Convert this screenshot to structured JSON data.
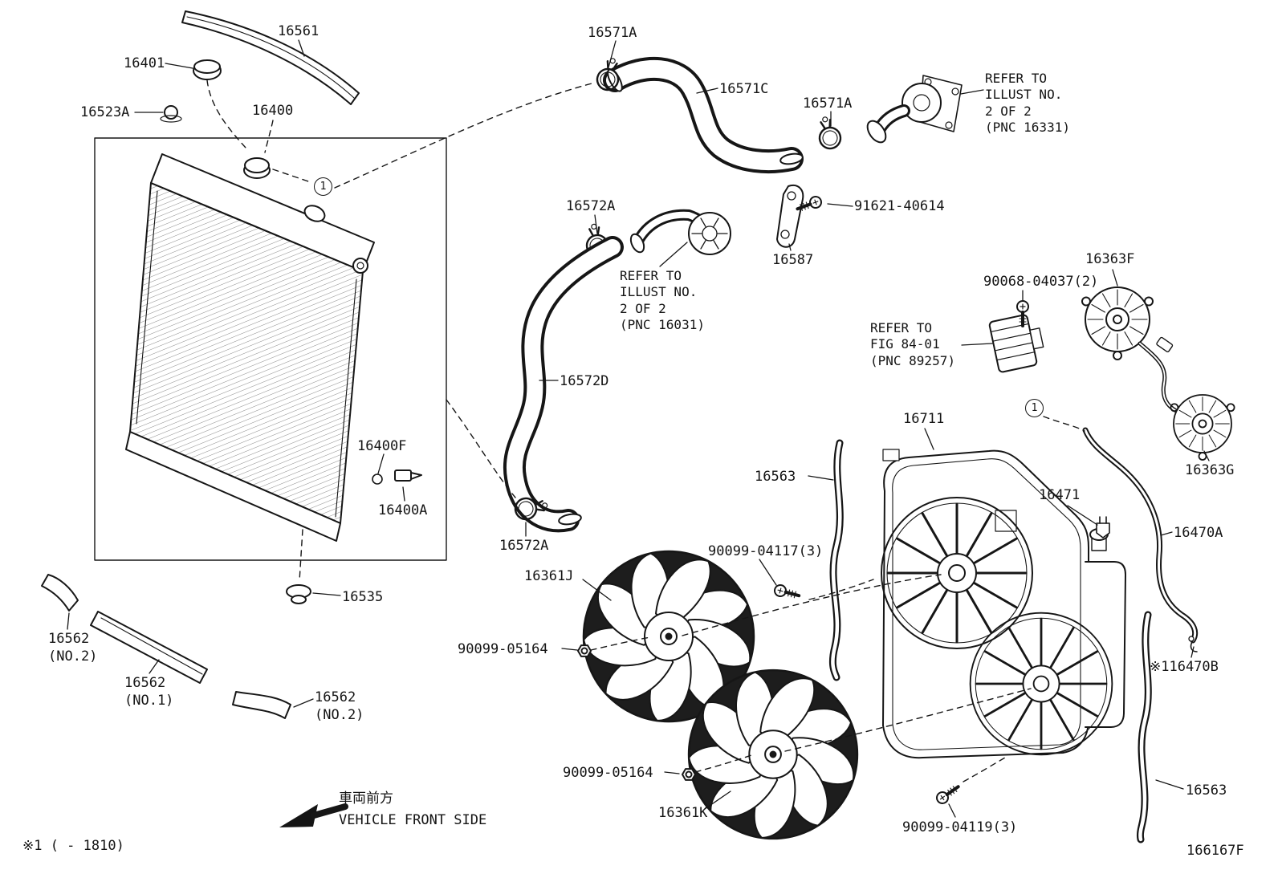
{
  "callouts": {
    "c16561": "16561",
    "c16401": "16401",
    "c16523A": "16523A",
    "c16400": "16400",
    "c16571A_1": "16571A",
    "c16571C": "16571C",
    "c16571A_2": "16571A",
    "c16572A_1": "16572A",
    "c91621": "91621-40614",
    "c16587": "16587",
    "c16363F": "16363F",
    "c90068": "90068-04037(2)",
    "c16572D": "16572D",
    "c16711": "16711",
    "c16563_left": "16563",
    "c16471": "16471",
    "c16470A": "16470A",
    "c16400F": "16400F",
    "c16400A": "16400A",
    "c16572A_2": "16572A",
    "c16535": "16535",
    "c16361J": "16361J",
    "c90099_04117": "90099-04117(3)",
    "c90099_05164_1": "90099-05164",
    "c16562_no2_left": "16562\n(NO.2)",
    "c16562_no1": "16562\n(NO.1)",
    "c16562_no2_right": "16562\n(NO.2)",
    "c16363G": "16363G",
    "c16470B": "※116470B",
    "c16361K": "16361K",
    "c90099_05164_2": "90099-05164",
    "c90099_04119": "90099-04119(3)",
    "c16563_right": "16563"
  },
  "notes": {
    "illust_16331": "REFER TO\nILLUST NO.\n2 OF 2\n(PNC 16331)",
    "illust_16031": "REFER TO\nILLUST NO.\n2 OF 2\n(PNC 16031)",
    "fig_84_01": "REFER TO\nFIG 84-01\n(PNC 89257)"
  },
  "annotations": {
    "front_jp": "車両前方",
    "front_en": "VEHICLE FRONT SIDE",
    "footnote": "※1 (      - 1810)",
    "diagram_id": "166167F",
    "circled_1": "1"
  }
}
